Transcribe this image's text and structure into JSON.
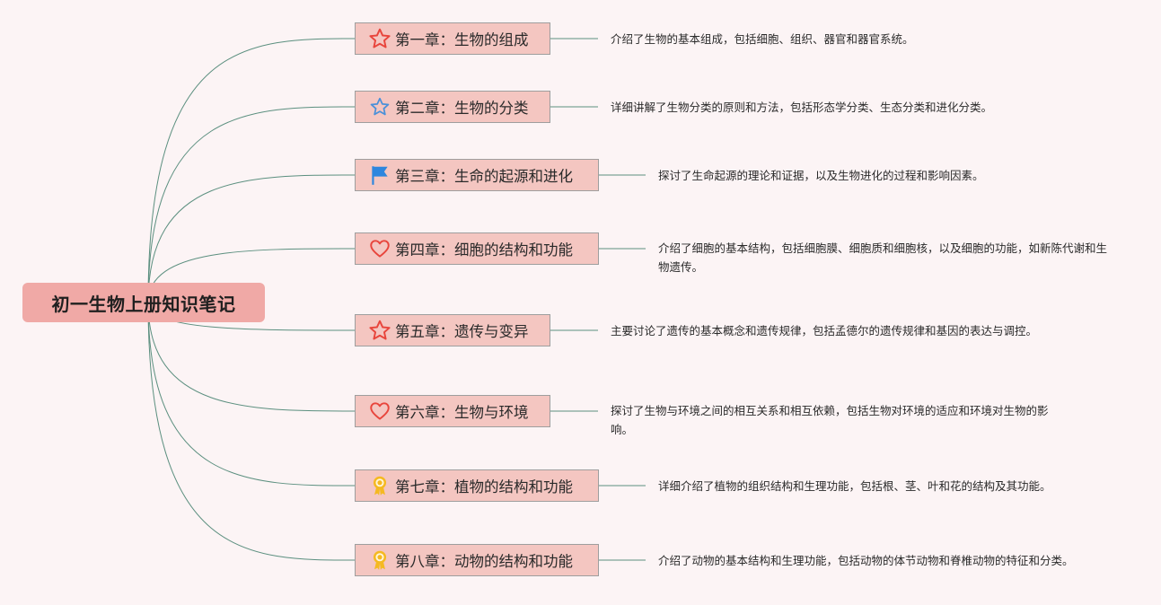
{
  "root": {
    "label": "初一生物上册知识笔记"
  },
  "chapters": [
    {
      "icon": "red-star-icon",
      "label": "第一章：生物的组成",
      "description": "介绍了生物的基本组成，包括细胞、组织、器官和器官系统。"
    },
    {
      "icon": "blue-star-icon",
      "label": "第二章：生物的分类",
      "description": "详细讲解了生物分类的原则和方法，包括形态学分类、生态分类和进化分类。"
    },
    {
      "icon": "blue-flag-icon",
      "label": "第三章：生命的起源和进化",
      "description": "探讨了生命起源的理论和证据，以及生物进化的过程和影响因素。"
    },
    {
      "icon": "red-heart-icon",
      "label": "第四章：细胞的结构和功能",
      "description": "介绍了细胞的基本结构，包括细胞膜、细胞质和细胞核，以及细胞的功能，如新陈代谢和生物遗传。"
    },
    {
      "icon": "red-star-icon",
      "label": "第五章：遗传与变异",
      "description": "主要讨论了遗传的基本概念和遗传规律，包括孟德尔的遗传规律和基因的表达与调控。"
    },
    {
      "icon": "red-heart-icon",
      "label": "第六章：生物与环境",
      "description": "探讨了生物与环境之间的相互关系和相互依赖，包括生物对环境的适应和环境对生物的影响。"
    },
    {
      "icon": "gold-medal-icon",
      "label": "第七章：植物的结构和功能",
      "description": "详细介绍了植物的组织结构和生理功能，包括根、茎、叶和花的结构及其功能。"
    },
    {
      "icon": "gold-medal-icon",
      "label": "第八章：动物的结构和功能",
      "description": "介绍了动物的基本结构和生理功能，包括动物的体节动物和脊椎动物的特征和分类。"
    }
  ],
  "colors": {
    "background": "#fcf4f5",
    "root_fill": "#f0a9a6",
    "chapter_fill": "#f4c6c1",
    "chapter_border": "#9e9e9e",
    "connector": "#5b8f7f",
    "star_red": "#e8453c",
    "star_blue": "#4a90d9",
    "flag_blue": "#2e86de",
    "heart_red": "#e8453c",
    "medal_gold": "#f5b921"
  }
}
